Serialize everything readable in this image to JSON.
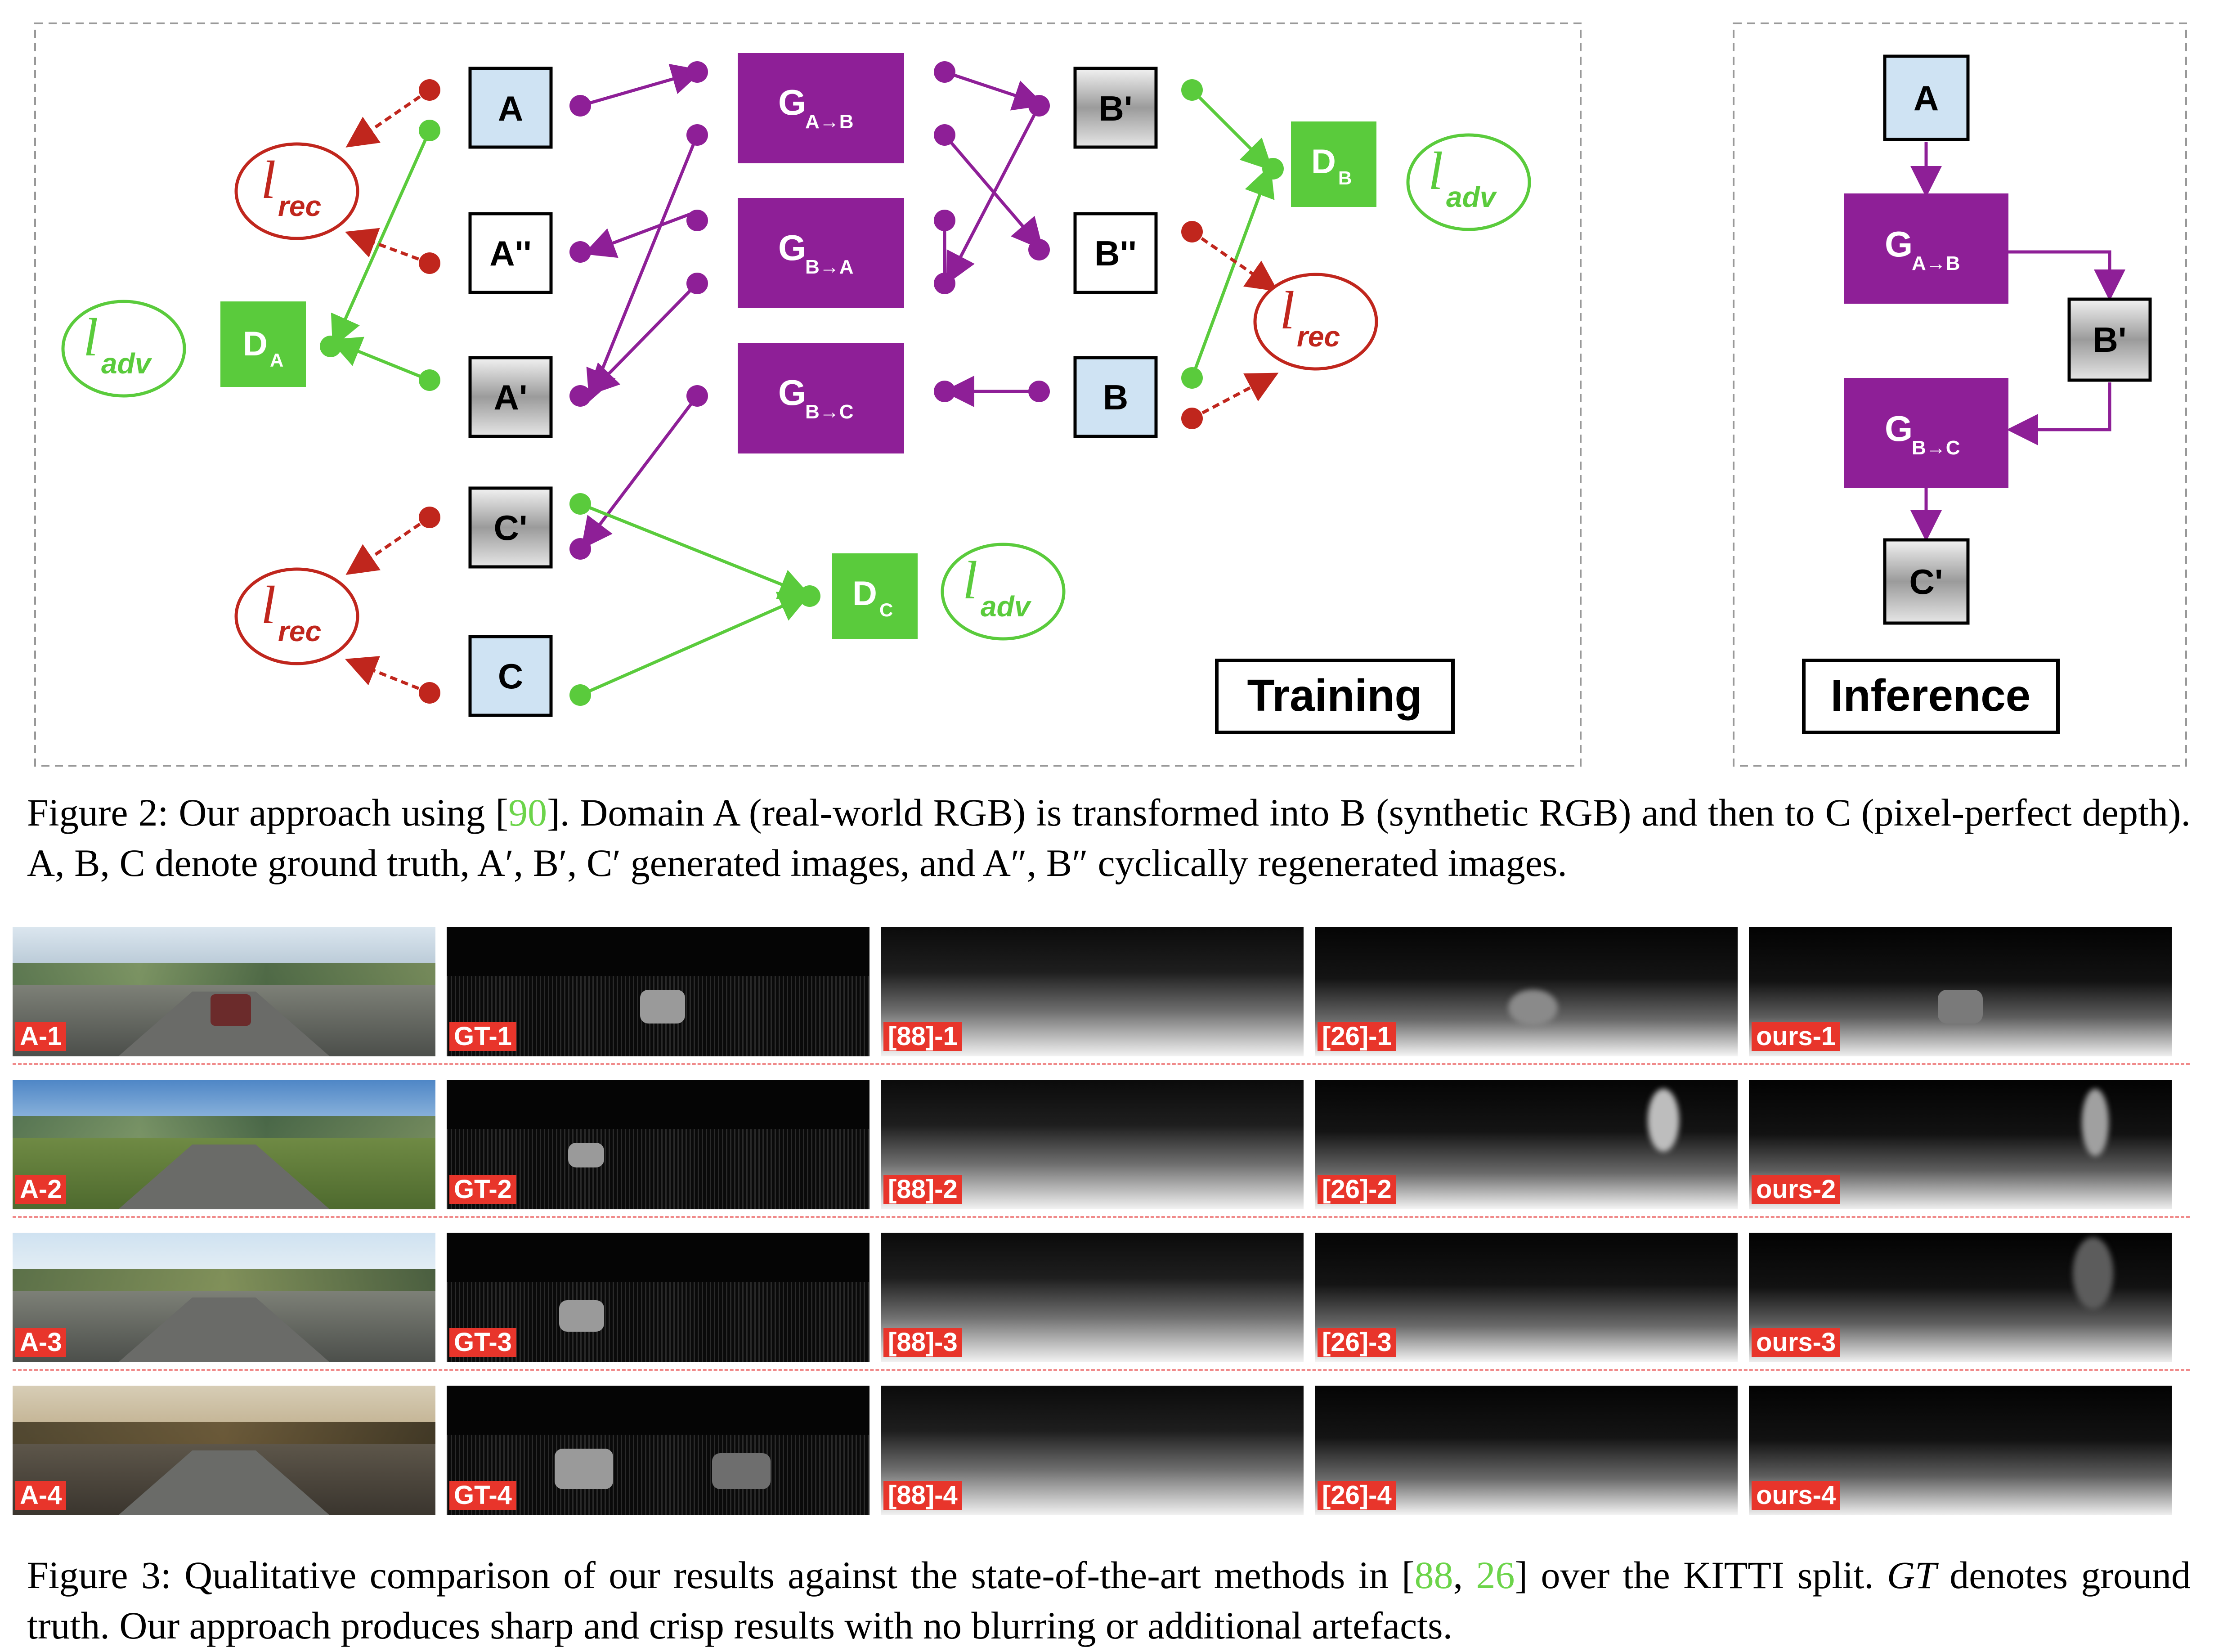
{
  "figure2": {
    "panels": {
      "training": "Training",
      "inference": "Inference"
    },
    "nodes": {
      "A": "A",
      "A2": "A''",
      "Ap": "A'",
      "Cp": "C'",
      "C": "C",
      "Bp": "B'",
      "B2": "B''",
      "B": "B"
    },
    "generators": {
      "g_ab": {
        "main": "G",
        "sub": "A→B"
      },
      "g_ba": {
        "main": "G",
        "sub": "B→A"
      },
      "g_bc": {
        "main": "G",
        "sub": "B→C"
      }
    },
    "discriminators": {
      "d_a": {
        "main": "D",
        "sub": "A"
      },
      "d_b": {
        "main": "D",
        "sub": "B"
      },
      "d_c": {
        "main": "D",
        "sub": "C"
      }
    },
    "losses": {
      "l": "l",
      "rec": "rec",
      "adv": "adv"
    },
    "inference_nodes": {
      "A": "A",
      "Bp": "B'",
      "Cp": "C'"
    },
    "colors": {
      "purple": "#8e1f97",
      "green": "#5acb3c",
      "red": "#c0261d",
      "blue_box": "#cfe3f3"
    },
    "caption": {
      "prefix": "Figure 2: Our approach using [",
      "ref": "90",
      "text": "]. Domain A (real-world RGB) is transformed into B (synthetic RGB) and then to C (pixel-perfect depth). A, B, C denote ground truth, A′, B′, C′ generated images, and A″, B″ cyclically regenerated images."
    }
  },
  "figure3": {
    "rows": [
      [
        "A-1",
        "GT-1",
        "[88]-1",
        "[26]-1",
        "ours-1"
      ],
      [
        "A-2",
        "GT-2",
        "[88]-2",
        "[26]-2",
        "ours-2"
      ],
      [
        "A-3",
        "GT-3",
        "[88]-3",
        "[26]-3",
        "ours-3"
      ],
      [
        "A-4",
        "GT-4",
        "[88]-4",
        "[26]-4",
        "ours-4"
      ]
    ],
    "caption": {
      "prefix": "Figure 3: Qualitative comparison of our results against the state-of-the-art methods in [",
      "ref1": "88",
      "sep": ", ",
      "ref2": "26",
      "middle": "] over the KITTI split. ",
      "gt": "GT",
      "suffix": " denotes ground truth. Our approach produces sharp and crisp results with no blurring or additional artefacts."
    }
  }
}
